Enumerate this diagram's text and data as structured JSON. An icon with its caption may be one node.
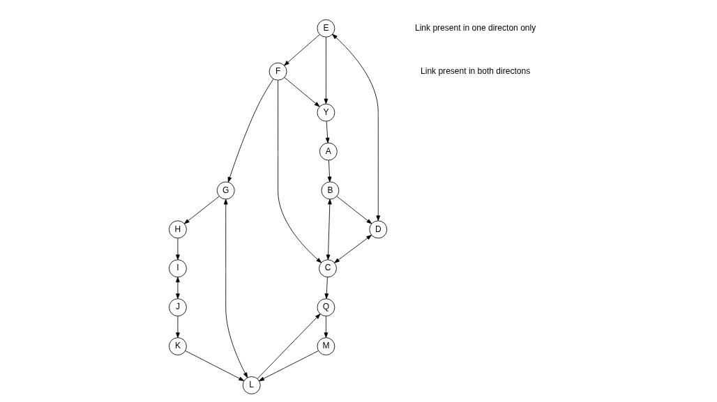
{
  "diagram": {
    "nodes": [
      {
        "text": [
          "Y"
        ]
      },
      {
        "text": [
          "F"
        ]
      },
      {
        "text": [
          "E"
        ]
      },
      {
        "text": [
          "H"
        ]
      },
      {
        "text": [
          "G"
        ]
      },
      {
        "text": [
          "I"
        ]
      },
      {
        "text": [
          "A"
        ]
      },
      {
        "text": [
          "D"
        ]
      },
      {
        "text": [
          "B"
        ]
      },
      {
        "text": [
          "C"
        ]
      },
      {
        "text": [
          "L"
        ]
      },
      {
        "text": [
          "J"
        ]
      },
      {
        "text": [
          "K"
        ]
      },
      {
        "text": [
          "Q"
        ]
      },
      {
        "text": [
          "M"
        ]
      }
    ],
    "edges": [
      {
        "from": 1,
        "to": 0,
        "arrow": "to"
      },
      {
        "from": 2,
        "to": 0,
        "arrow": "to"
      },
      {
        "from": 2,
        "to": 1,
        "arrow": "to"
      },
      {
        "from": 2,
        "to": 7,
        "arrow": "both"
      },
      {
        "from": 0,
        "to": 6,
        "arrow": "to"
      },
      {
        "from": 6,
        "to": 8,
        "arrow": "to"
      },
      {
        "from": 8,
        "to": 7,
        "arrow": "to"
      },
      {
        "from": 7,
        "to": 9,
        "arrow": "both"
      },
      {
        "from": 8,
        "to": 9,
        "arrow": "both"
      },
      {
        "from": 1,
        "to": 9,
        "arrow": "to"
      },
      {
        "from": 1,
        "to": 4,
        "arrow": "to"
      },
      {
        "from": 4,
        "to": 3,
        "arrow": "to"
      },
      {
        "from": 3,
        "to": 5,
        "arrow": "to"
      },
      {
        "from": 4,
        "to": 10,
        "arrow": "both"
      },
      {
        "from": 5,
        "to": 11,
        "arrow": "both"
      },
      {
        "from": 11,
        "to": 12,
        "arrow": "to"
      },
      {
        "from": 12,
        "to": 10,
        "arrow": "to"
      },
      {
        "from": 9,
        "to": 13,
        "arrow": "to"
      },
      {
        "from": 10,
        "to": 13,
        "arrow": "to"
      },
      {
        "from": 13,
        "to": 14,
        "arrow": "to"
      },
      {
        "from": 14,
        "to": 10,
        "arrow": "to"
      }
    ],
    "legend": [
      {
        "text": "Link present in one directon only"
      },
      {
        "text": "Link present in both directons"
      }
    ]
  }
}
